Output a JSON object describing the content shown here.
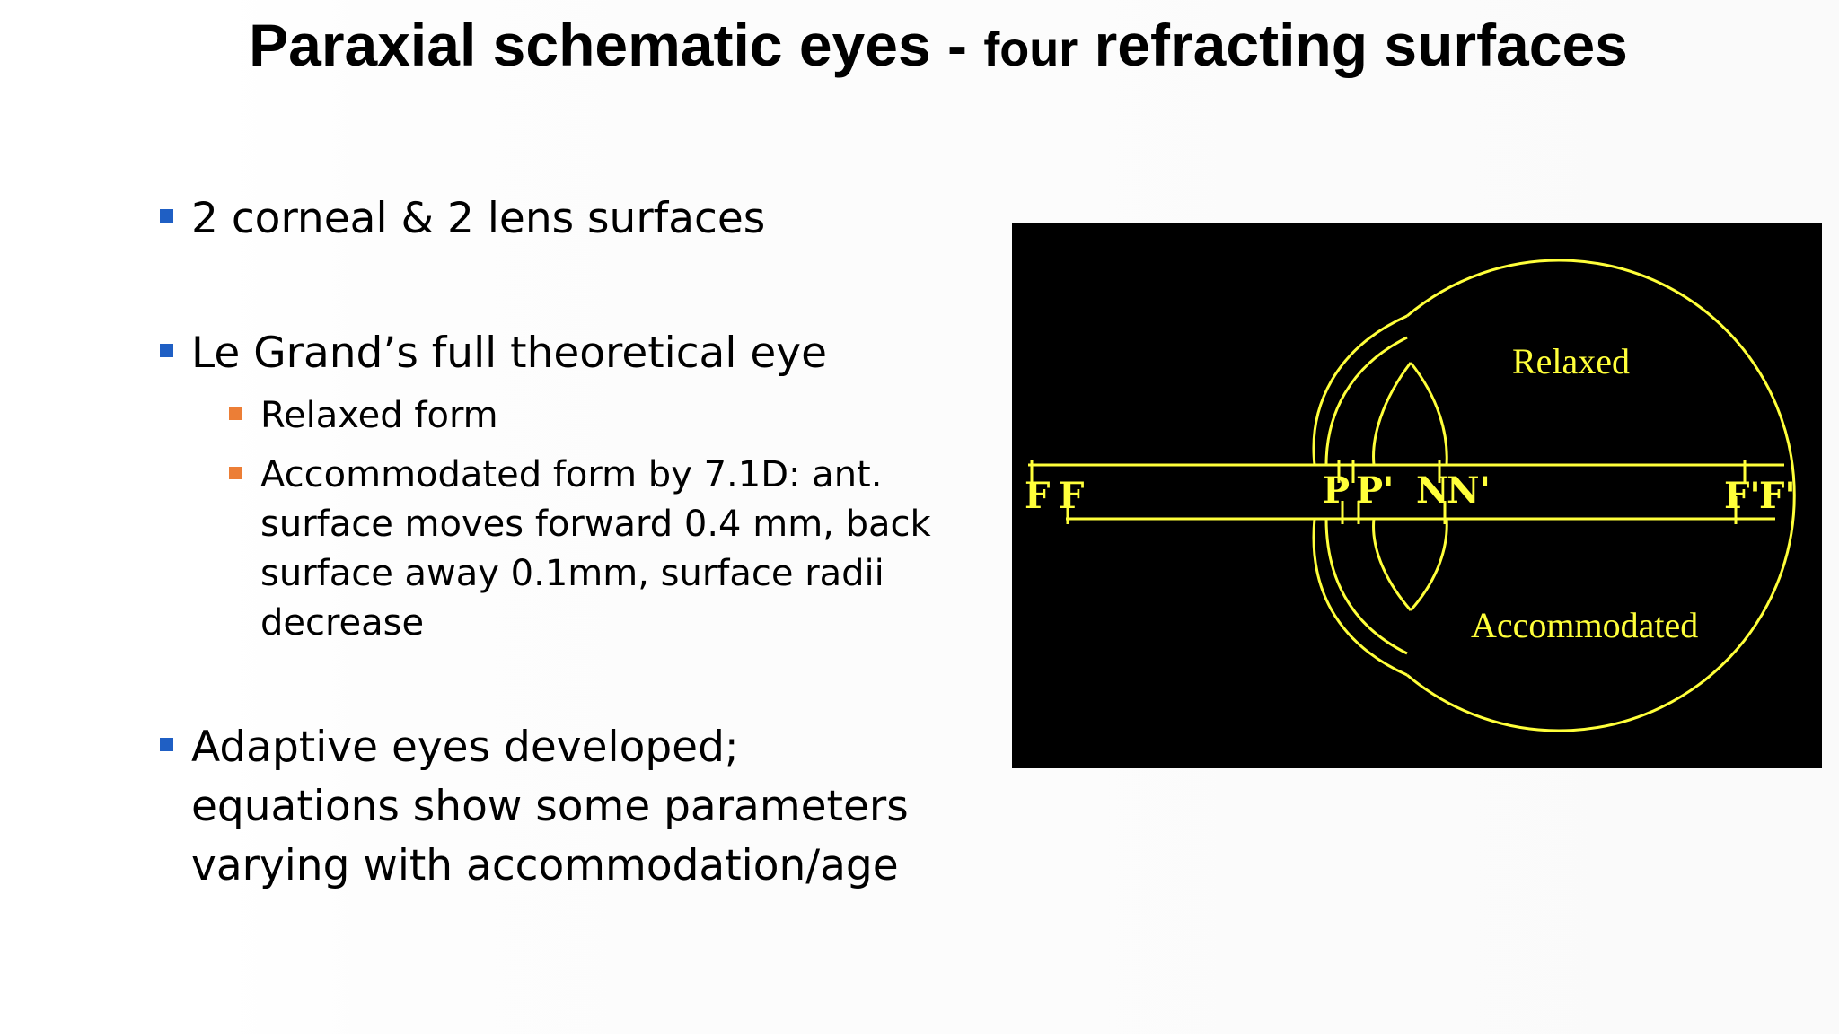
{
  "title": {
    "part1": "Paraxial schematic eyes - ",
    "part2": "four",
    "part3": " refracting surfaces"
  },
  "bullets": {
    "b1": "2 corneal & 2 lens surfaces",
    "b2": "Le Grand’s full theoretical eye",
    "b2_sub1": "Relaxed form",
    "b2_sub2_line1": "Accommodated form by 7.1D:  ant.",
    "b2_sub2_line2": "surface moves forward 0.4 mm, back",
    "b2_sub2_line3": "surface away 0.1mm, surface radii",
    "b2_sub2_line4": "decrease",
    "b3_line1": "Adaptive eyes developed;",
    "b3_line2": "equations show some parameters",
    "b3_line3": "varying with accommodation/age"
  },
  "diagram": {
    "label_relaxed": "Relaxed",
    "label_accommodated": "Accommodated",
    "points": {
      "F1": "F",
      "F2": "F",
      "P1": "P",
      "P2": "P'",
      "N1": "N",
      "N2": "N'",
      "Fp1": "F'",
      "Fp2": "F'"
    },
    "colors": {
      "line": "#ffff3a",
      "background": "#000000"
    }
  }
}
